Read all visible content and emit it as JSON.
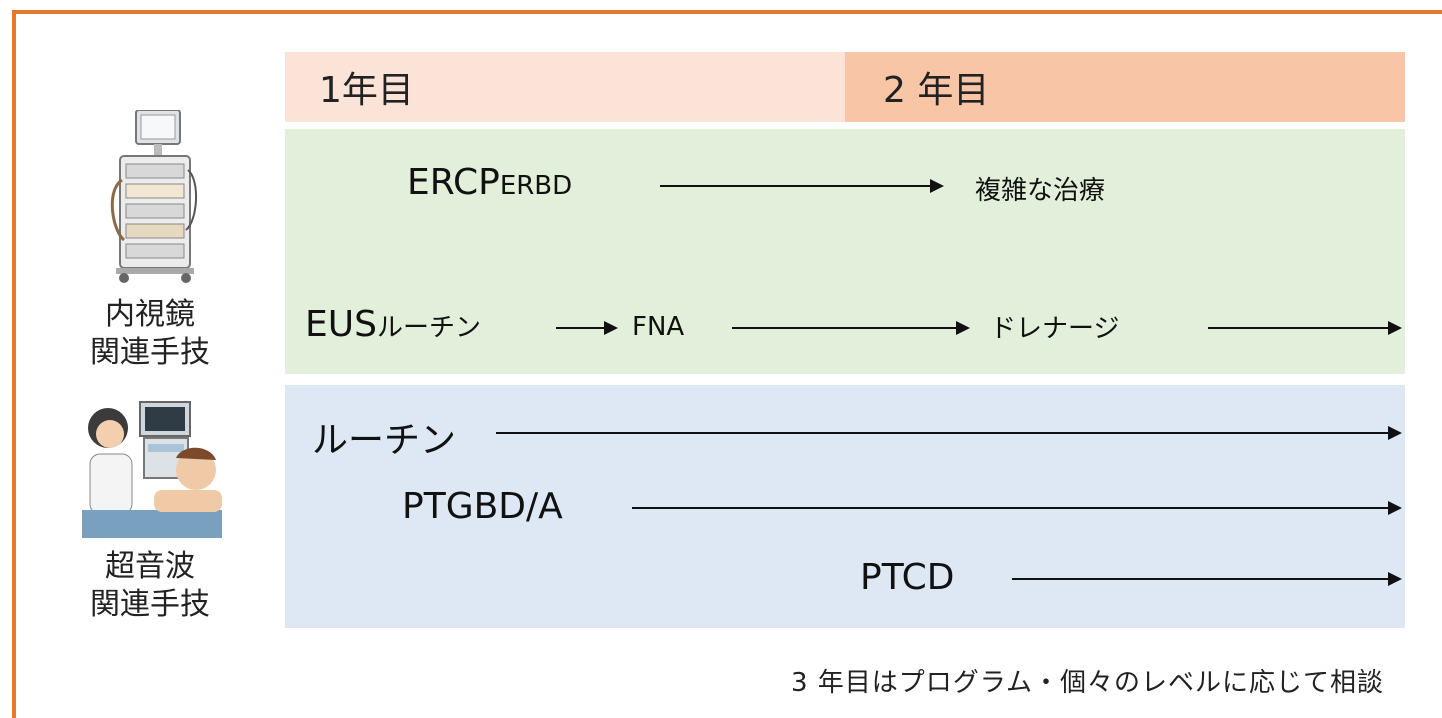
{
  "header": {
    "year1": "1年目",
    "year2": "2 年目"
  },
  "endoscopy": {
    "label_line1": "内視鏡",
    "label_line2": "関連手技",
    "icon": "endoscopy-tower-icon",
    "row1": {
      "start": "ERCP",
      "start_small": "ERBD",
      "end": "複雑な治療"
    },
    "row2": {
      "start": "EUS",
      "start_small": "ルーチン",
      "mid": "FNA",
      "end": "ドレナージ"
    }
  },
  "ultrasound": {
    "label_line1": "超音波",
    "label_line2": "関連手技",
    "icon": "ultrasound-exam-icon",
    "rows": [
      "ルーチン",
      "PTGBD/A",
      "PTCD"
    ]
  },
  "footnote": "3 年目はプログラム・個々のレベルに応じて相談",
  "colors": {
    "frame": "#e4782f",
    "year1_bg": "#fbe4d7",
    "year2_bg": "#f8c6a6",
    "endoscopy_bg": "#e2efda",
    "ultrasound_bg": "#dde8f4"
  }
}
